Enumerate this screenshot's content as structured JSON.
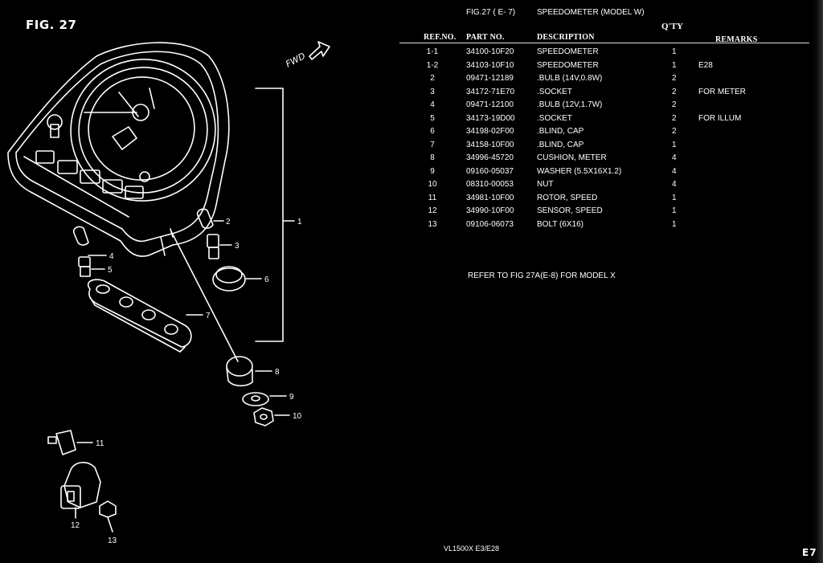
{
  "figure_label": "FIG. 27",
  "header": {
    "fig_ref": "FIG.27 ( E- 7)",
    "title": "SPEEDOMETER (MODEL W)"
  },
  "columns": {
    "ref": "REF.NO.",
    "part": "PART NO.",
    "desc": "DESCRIPTION",
    "qty": "Q'TY",
    "remarks": "REMARKS"
  },
  "rows": [
    {
      "ref": "1-1",
      "part": "34100-10F20",
      "desc": "SPEEDOMETER",
      "qty": "1",
      "remarks": ""
    },
    {
      "ref": "1-2",
      "part": "34103-10F10",
      "desc": "SPEEDOMETER",
      "qty": "1",
      "remarks": "E28"
    },
    {
      "ref": "2",
      "part": "09471-12189",
      "desc": ".BULB (14V,0.8W)",
      "qty": "2",
      "remarks": ""
    },
    {
      "ref": "3",
      "part": "34172-71E70",
      "desc": ".SOCKET",
      "qty": "2",
      "remarks": "FOR METER"
    },
    {
      "ref": "4",
      "part": "09471-12100",
      "desc": ".BULB (12V,1.7W)",
      "qty": "2",
      "remarks": ""
    },
    {
      "ref": "5",
      "part": "34173-19D00",
      "desc": ".SOCKET",
      "qty": "2",
      "remarks": "FOR ILLUM"
    },
    {
      "ref": "6",
      "part": "34198-02F00",
      "desc": ".BLIND, CAP",
      "qty": "2",
      "remarks": ""
    },
    {
      "ref": "7",
      "part": "34158-10F00",
      "desc": ".BLIND, CAP",
      "qty": "1",
      "remarks": ""
    },
    {
      "ref": "8",
      "part": "34996-45720",
      "desc": "CUSHION, METER",
      "qty": "4",
      "remarks": ""
    },
    {
      "ref": "9",
      "part": "09160-05037",
      "desc": "WASHER (5.5X16X1.2)",
      "qty": "4",
      "remarks": ""
    },
    {
      "ref": "10",
      "part": "08310-00053",
      "desc": "NUT",
      "qty": "4",
      "remarks": ""
    },
    {
      "ref": "11",
      "part": "34981-10F00",
      "desc": "ROTOR, SPEED",
      "qty": "1",
      "remarks": ""
    },
    {
      "ref": "12",
      "part": "34990-10F00",
      "desc": "SENSOR, SPEED",
      "qty": "1",
      "remarks": ""
    },
    {
      "ref": "13",
      "part": "09106-06073",
      "desc": "BOLT (6X16)",
      "qty": "1",
      "remarks": ""
    }
  ],
  "note": "REFER TO FIG 27A(E-8) FOR MODEL X",
  "footer": "VL1500X E3/E28",
  "page_number": "E7",
  "diagram": {
    "fwd_label": "FWD",
    "callouts": [
      "1",
      "2",
      "3",
      "4",
      "5",
      "6",
      "7",
      "8",
      "9",
      "10",
      "11",
      "12",
      "13"
    ]
  }
}
